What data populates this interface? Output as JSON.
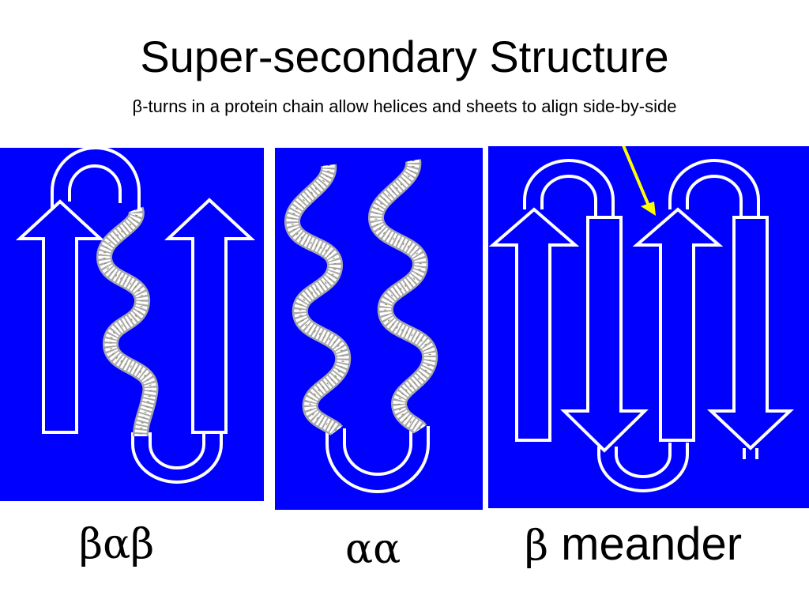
{
  "title": "Super-secondary Structure",
  "subtitle": {
    "beta": "β",
    "rest": "-turns in a protein chain allow helices and sheets to align side-by-side"
  },
  "colors": {
    "panel_blue": "#0000ff",
    "outline": "#ffffff",
    "helix_shade": "#a8a8a8",
    "pointer_arrow": "#ffff00"
  },
  "panels": [
    {
      "label": "βαβ"
    },
    {
      "label": "αα"
    },
    {
      "label_symbol": "β",
      "label_text": " meander"
    }
  ]
}
